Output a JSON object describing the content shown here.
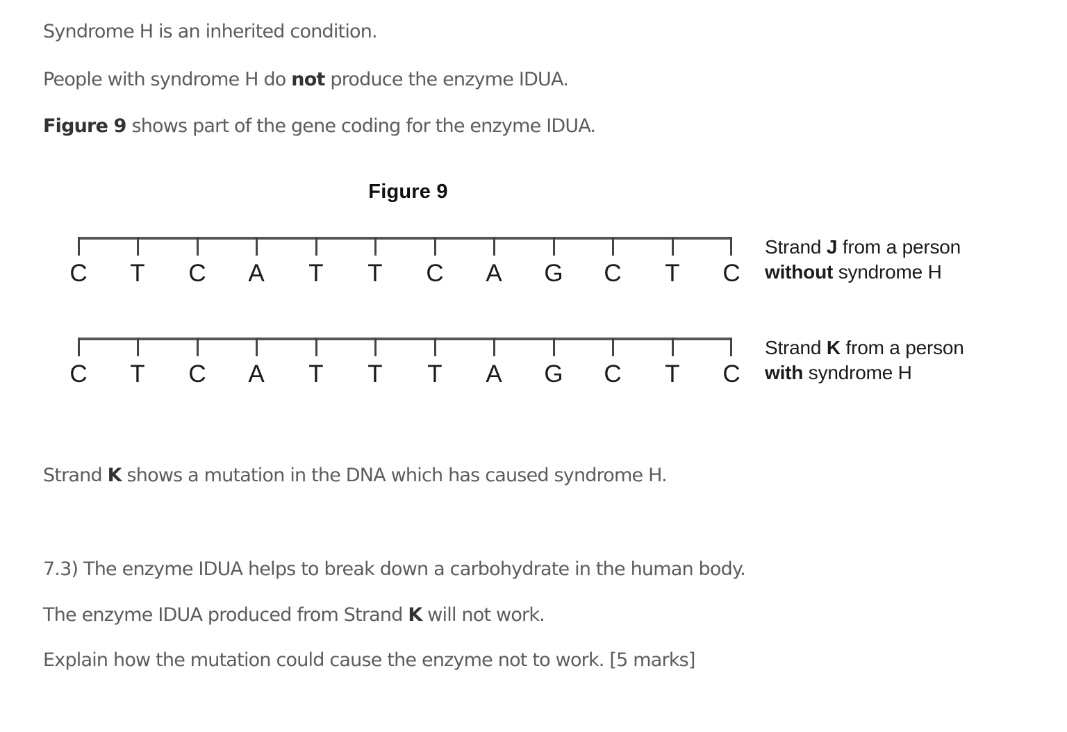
{
  "page": {
    "background": "#ffffff",
    "text_color": "#5c5c5c",
    "bold_color": "#333333",
    "figure_ink": "#1b1b1b"
  },
  "intro": {
    "line1": "Syndrome H is an inherited condition.",
    "line2_a": "People with syndrome H do ",
    "line2_bold": "not",
    "line2_b": " produce the enzyme IDUA.",
    "line3_bold": "Figure 9",
    "line3_b": " shows part of the gene coding for the enzyme IDUA."
  },
  "figure": {
    "title": "Figure 9",
    "strands": [
      {
        "id": "J",
        "bases": [
          "C",
          "T",
          "C",
          "A",
          "T",
          "T",
          "C",
          "A",
          "G",
          "C",
          "T",
          "C"
        ],
        "label_a": "Strand ",
        "label_letter": "J",
        "label_b": " from a person",
        "label_c_bold": "without",
        "label_c": " syndrome H"
      },
      {
        "id": "K",
        "bases": [
          "C",
          "T",
          "C",
          "A",
          "T",
          "T",
          "T",
          "A",
          "G",
          "C",
          "T",
          "C"
        ],
        "label_a": "Strand ",
        "label_letter": "K",
        "label_b": " from a person",
        "label_c_bold": "with",
        "label_c": " syndrome H"
      }
    ]
  },
  "mutation_note": {
    "a": "Strand ",
    "bold": "K",
    "b": " shows a mutation in the DNA which has caused syndrome H."
  },
  "question": {
    "line1": "7.3) The enzyme IDUA helps to break down a carbohydrate in the human body.",
    "line2_a": "The enzyme IDUA produced from Strand ",
    "line2_bold": "K",
    "line2_b": " will not work.",
    "line3": "Explain how the mutation could cause the enzyme not to work. [5 marks]"
  }
}
